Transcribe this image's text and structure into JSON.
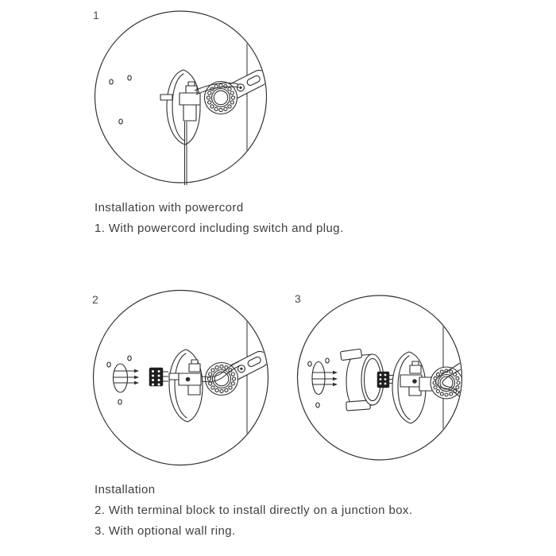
{
  "page": {
    "background": "#ffffff",
    "ink": "#2e2e2e",
    "text_color": "#3e3e3e"
  },
  "figures": [
    {
      "label": "1",
      "illustration": "wall-bracket-arm-with-powercord"
    },
    {
      "label": "2",
      "illustration": "wall-bracket-arm-with-terminal-block"
    },
    {
      "label": "3",
      "illustration": "wall-bracket-arm-with-wall-ring"
    }
  ],
  "captions": {
    "powercord": {
      "title": "Installation with powercord",
      "steps": [
        "1. With powercord including switch and plug."
      ]
    },
    "general": {
      "title": "Installation",
      "steps": [
        "2. With terminal block to install directly on a junction box.",
        "3. With optional wall ring."
      ]
    }
  }
}
